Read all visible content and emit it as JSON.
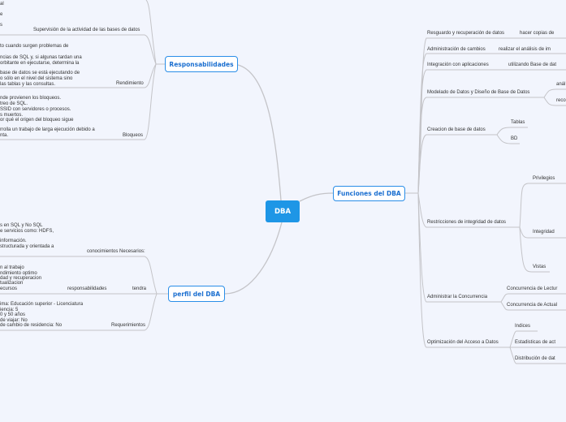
{
  "root": "DBA",
  "responsabilidades": {
    "title": "Responsabilidades",
    "top_fragments": [
      "al",
      "e",
      "s"
    ],
    "supervision": "Supervisión de la actividad de las bases de datos",
    "rendimiento": {
      "label": "Rendimiento",
      "lines": [
        "to cuando surgen problemas de",
        "ncias de SQL y, si algunas tardan una",
        "orbitante en ejecutarse, determina la",
        "base de datos se está ejecutando de",
        "o sólo en el nivel del sistema sino",
        "las tablas y las consultas."
      ]
    },
    "bloqueos": {
      "label": "Bloqueos",
      "lines": [
        "nde provienen los bloqueos.",
        "treo de SQL.",
        "SSID con servidores o procesos.",
        "s muertos.",
        "or qué el origen del bloqueo sigue",
        "rrolla un trabajo de larga ejecución debido a",
        "nta."
      ]
    }
  },
  "perfil": {
    "title": "perfil del DBA",
    "conocimientos": {
      "label": "conocimientos Necesarios:",
      "lines": [
        "s en SQL y No SQL",
        "e servicios como: HDFS,",
        " información.",
        "structurada y orientada a"
      ]
    },
    "tendra": {
      "label": "tendra",
      "sublabel": "responsabilidades",
      "lines": [
        "n al trabajo",
        "ndimiento optimo",
        "dad y recuperacion",
        "tualizacion",
        "ecursos"
      ]
    },
    "requerimientos": {
      "label": "Requerimientos",
      "lines": [
        "ima: Educación superior - Licenciatura",
        "iencia: 5",
        "0 y 50 años",
        " de viajar: No",
        " de cambio de residencia: No"
      ]
    }
  },
  "funciones": {
    "title": "Funciones del DBA",
    "branches": [
      {
        "label": "Resguardo y recuperación de datos",
        "children": [
          "hacer copias de"
        ]
      },
      {
        "label": "Administración de cambios",
        "children": [
          "realizar el análisis de im"
        ]
      },
      {
        "label": "Integración con aplicaciones",
        "children": [
          "utilizando Base de dat"
        ]
      },
      {
        "label": "Modelado de Datos y Diseño de Base de Datos",
        "children": [
          "anál",
          "reco"
        ]
      },
      {
        "label": "Creacion de base de datos",
        "children": [
          "Tablas",
          "BD"
        ]
      },
      {
        "label": "Restricciones de integridad de datos",
        "children": [
          "Privilegios",
          "Integridad",
          "Vistas"
        ]
      },
      {
        "label": "Administrar la Concurrencia",
        "children": [
          "Concurrencia de Lectur",
          "Concurrencia de Actual"
        ]
      },
      {
        "label": "Optimización del Acceso a Datos",
        "children": [
          "Indices",
          "Estadisticas de act",
          "Distribución de dat"
        ]
      }
    ]
  },
  "colors": {
    "root": "#1e96e6",
    "node_border": "#2a8ee8",
    "node_text": "#1b6fd0",
    "background": "#f2f5fd",
    "link": "#c8c8cc"
  }
}
